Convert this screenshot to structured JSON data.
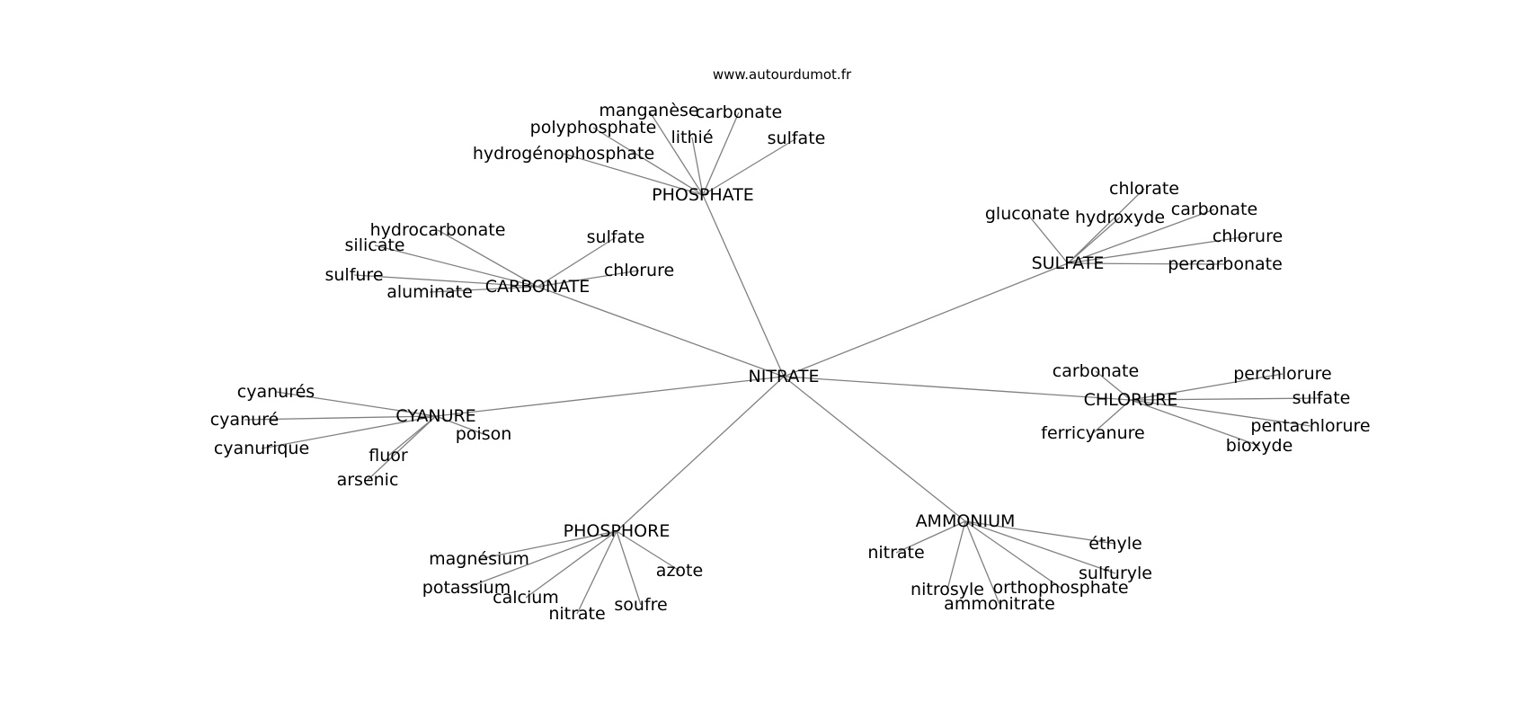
{
  "site": "www.autourdumot.fr",
  "center": "NITRATE",
  "groups": [
    {
      "label": "PHOSPHATE",
      "children": [
        "manganèse",
        "carbonate",
        "polyphosphate",
        "lithié",
        "sulfate",
        "hydrogénophosphate"
      ]
    },
    {
      "label": "SULFATE",
      "children": [
        "chlorate",
        "gluconate",
        "hydroxyde",
        "carbonate",
        "chlorure",
        "percarbonate"
      ]
    },
    {
      "label": "CARBONATE",
      "children": [
        "hydrocarbonate",
        "silicate",
        "sulfate",
        "chlorure",
        "sulfure",
        "aluminate"
      ]
    },
    {
      "label": "CHLORURE",
      "children": [
        "carbonate",
        "perchlorure",
        "sulfate",
        "pentachlorure",
        "ferricyanure",
        "bioxyde"
      ]
    },
    {
      "label": "CYANURE",
      "children": [
        "cyanurés",
        "cyanuré",
        "cyanurique",
        "poison",
        "fluor",
        "arsenic"
      ]
    },
    {
      "label": "AMMONIUM",
      "children": [
        "éthyle",
        "nitrate",
        "sulfuryle",
        "nitrosyle",
        "orthophosphate",
        "ammonitrate"
      ]
    },
    {
      "label": "PHOSPHORE",
      "children": [
        "magnésium",
        "azote",
        "potassium",
        "calcium",
        "soufre",
        "nitrate"
      ]
    }
  ]
}
